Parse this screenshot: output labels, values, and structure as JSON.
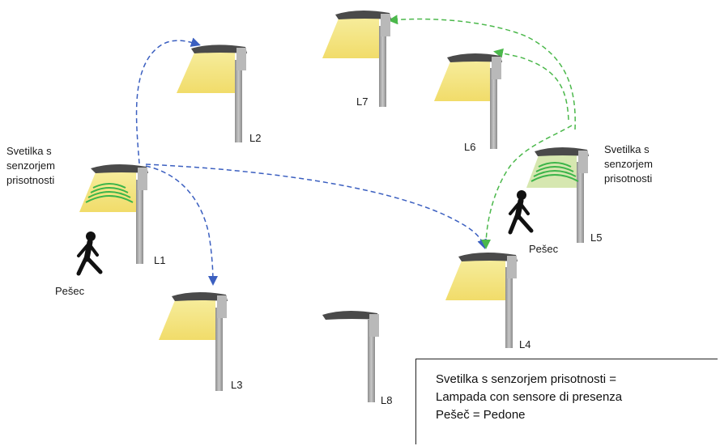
{
  "lamps": [
    {
      "label": "L1",
      "lit": true,
      "sensor": true
    },
    {
      "label": "L2",
      "lit": true,
      "sensor": false
    },
    {
      "label": "L3",
      "lit": true,
      "sensor": false
    },
    {
      "label": "L4",
      "lit": true,
      "sensor": false
    },
    {
      "label": "L5",
      "lit": false,
      "sensor": true
    },
    {
      "label": "L6",
      "lit": true,
      "sensor": false
    },
    {
      "label": "L7",
      "lit": true,
      "sensor": false
    },
    {
      "label": "L8",
      "lit": false,
      "sensor": false
    }
  ],
  "sensor_label": {
    "line1": "Svetilka s",
    "line2": "senzorjem",
    "line3": "prisotnosti"
  },
  "pedestrian_label_left": "Pešec",
  "pedestrian_label_right": "Pešec",
  "legend": {
    "line1": "Svetilka s senzorjem prisotnosti =",
    "line2": "Lampada con sensore di presenza",
    "line3": "Pešeč = Pedone"
  },
  "colors": {
    "blue_arrow": "#3b5fc0",
    "green_arrow": "#4bb84b",
    "lamp_glow": "#f3e27a",
    "pole": "#9a9a9a",
    "sensor_waves": "#3cb54a"
  }
}
